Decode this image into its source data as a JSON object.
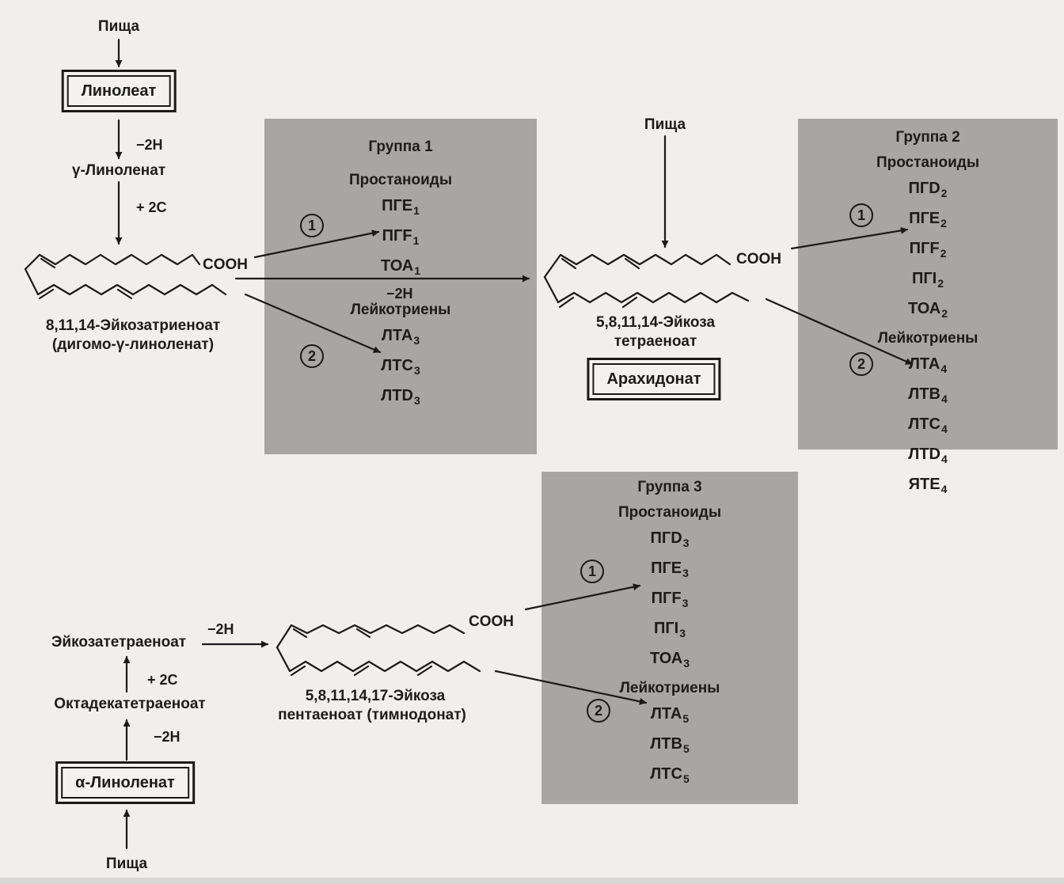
{
  "food": "Пища",
  "linoleate": "Линолеат",
  "gamma_linolenate": "γ-Линоленат",
  "dgla_name": "8,11,14-Эйкозатриеноат",
  "dgla_alias": "(дигомо-γ-линоленат)",
  "ara_name_1": "5,8,11,14-Эйкоза",
  "ara_name_2": "тетраеноат",
  "arachidonate": "Арахидонат",
  "alpha_linolenate": "α-Линоленат",
  "octadecatetraenoate": "Октадекатетраеноат",
  "eicosatetraenoate": "Эйкозатетраеноат",
  "epa_name_1": "5,8,11,14,17-Эйкоза",
  "epa_name_2": "пентаеноат  (тимнодонат)",
  "minus_2h": "−2H",
  "plus_2c": "+ 2C",
  "cooh": "COOH",
  "prostanoids": "Простаноиды",
  "leukotrienes": "Лейкотриены",
  "route_1": "1",
  "route_2": "2",
  "group1": {
    "title": "Группа 1",
    "prostanoids": [
      {
        "base": "ПГЕ",
        "sub": "1"
      },
      {
        "base": "ПГF",
        "sub": "1"
      },
      {
        "base": "ТОА",
        "sub": "1"
      }
    ],
    "leukotrienes": [
      {
        "base": "ЛТА",
        "sub": "3"
      },
      {
        "base": "ЛТС",
        "sub": "3"
      },
      {
        "base": "ЛТD",
        "sub": "3"
      }
    ]
  },
  "group2": {
    "title": "Группа 2",
    "prostanoids": [
      {
        "base": "ПГD",
        "sub": "2"
      },
      {
        "base": "ПГЕ",
        "sub": "2"
      },
      {
        "base": "ПГF",
        "sub": "2"
      },
      {
        "base": "ПГI",
        "sub": "2"
      },
      {
        "base": "ТОА",
        "sub": "2"
      }
    ],
    "leukotrienes": [
      {
        "base": "ЛТА",
        "sub": "4"
      },
      {
        "base": "ЛТВ",
        "sub": "4"
      },
      {
        "base": "ЛТС",
        "sub": "4"
      },
      {
        "base": "ЛТD",
        "sub": "4"
      },
      {
        "base": "ЯТЕ",
        "sub": "4"
      }
    ]
  },
  "group3": {
    "title": "Группа 3",
    "prostanoids": [
      {
        "base": "ПГD",
        "sub": "3"
      },
      {
        "base": "ПГЕ",
        "sub": "3"
      },
      {
        "base": "ПГF",
        "sub": "3"
      },
      {
        "base": "ПГI",
        "sub": "3"
      },
      {
        "base": "ТОА",
        "sub": "3"
      }
    ],
    "leukotrienes": [
      {
        "base": "ЛТА",
        "sub": "5"
      },
      {
        "base": "ЛТВ",
        "sub": "5"
      },
      {
        "base": "ЛТС",
        "sub": "5"
      }
    ]
  }
}
